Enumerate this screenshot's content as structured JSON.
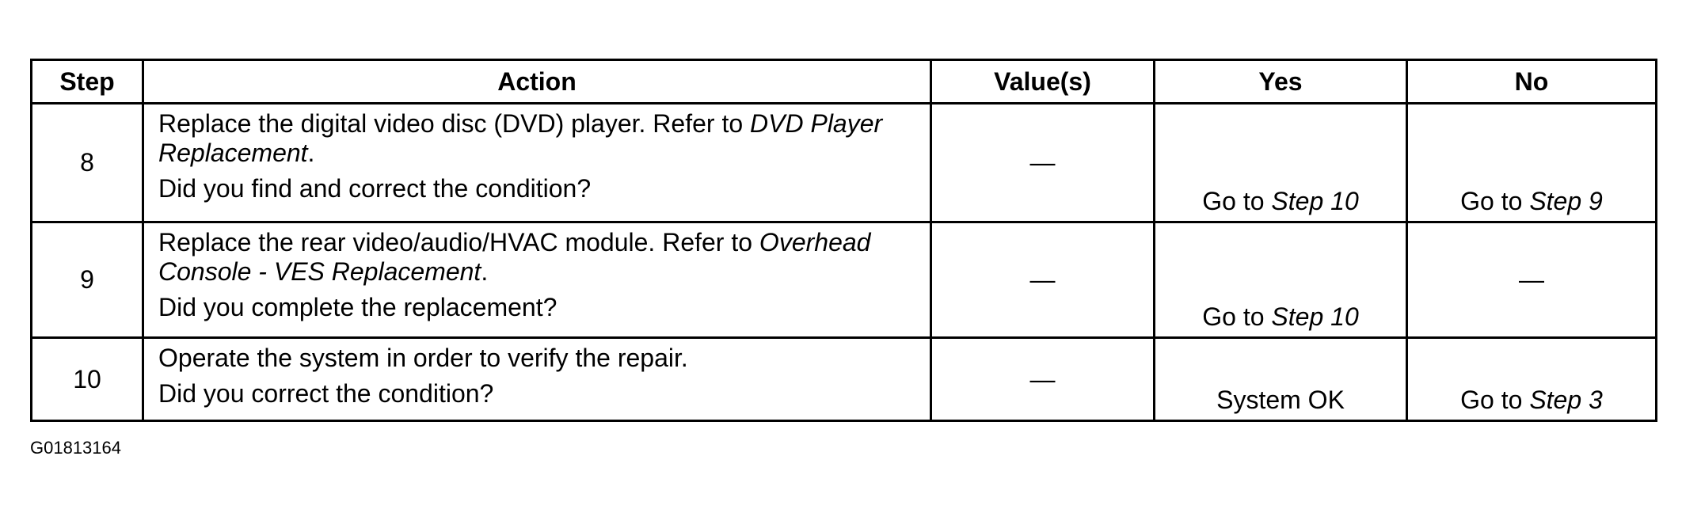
{
  "table": {
    "headers": {
      "step": "Step",
      "action": "Action",
      "values": "Value(s)",
      "yes": "Yes",
      "no": "No"
    },
    "rows": [
      {
        "step": "8",
        "action": {
          "line1_text": "Replace the digital video disc (DVD) player. Refer to ",
          "line1_ref": "DVD Player Replacement",
          "line1_end": ".",
          "question": "Did you find and correct the condition?"
        },
        "value": "—",
        "yes": {
          "prefix": "Go to ",
          "ref": "Step 10"
        },
        "no": {
          "prefix": "Go to ",
          "ref": "Step 9"
        }
      },
      {
        "step": "9",
        "action": {
          "line1_text": "Replace the rear video/audio/HVAC module. Refer to ",
          "line1_ref": "Overhead Console - VES Replacement",
          "line1_end": ".",
          "question": "Did you complete the replacement?"
        },
        "value": "—",
        "yes": {
          "prefix": "Go to ",
          "ref": "Step 10"
        },
        "no": {
          "text": "—"
        }
      },
      {
        "step": "10",
        "action": {
          "line1_text": "Operate the system in order to verify the repair.",
          "question": "Did you correct the condition?"
        },
        "value": "—",
        "yes": {
          "text": "System OK"
        },
        "no": {
          "prefix": "Go to ",
          "ref": "Step 3"
        }
      }
    ]
  },
  "figure_code": "G01813164"
}
